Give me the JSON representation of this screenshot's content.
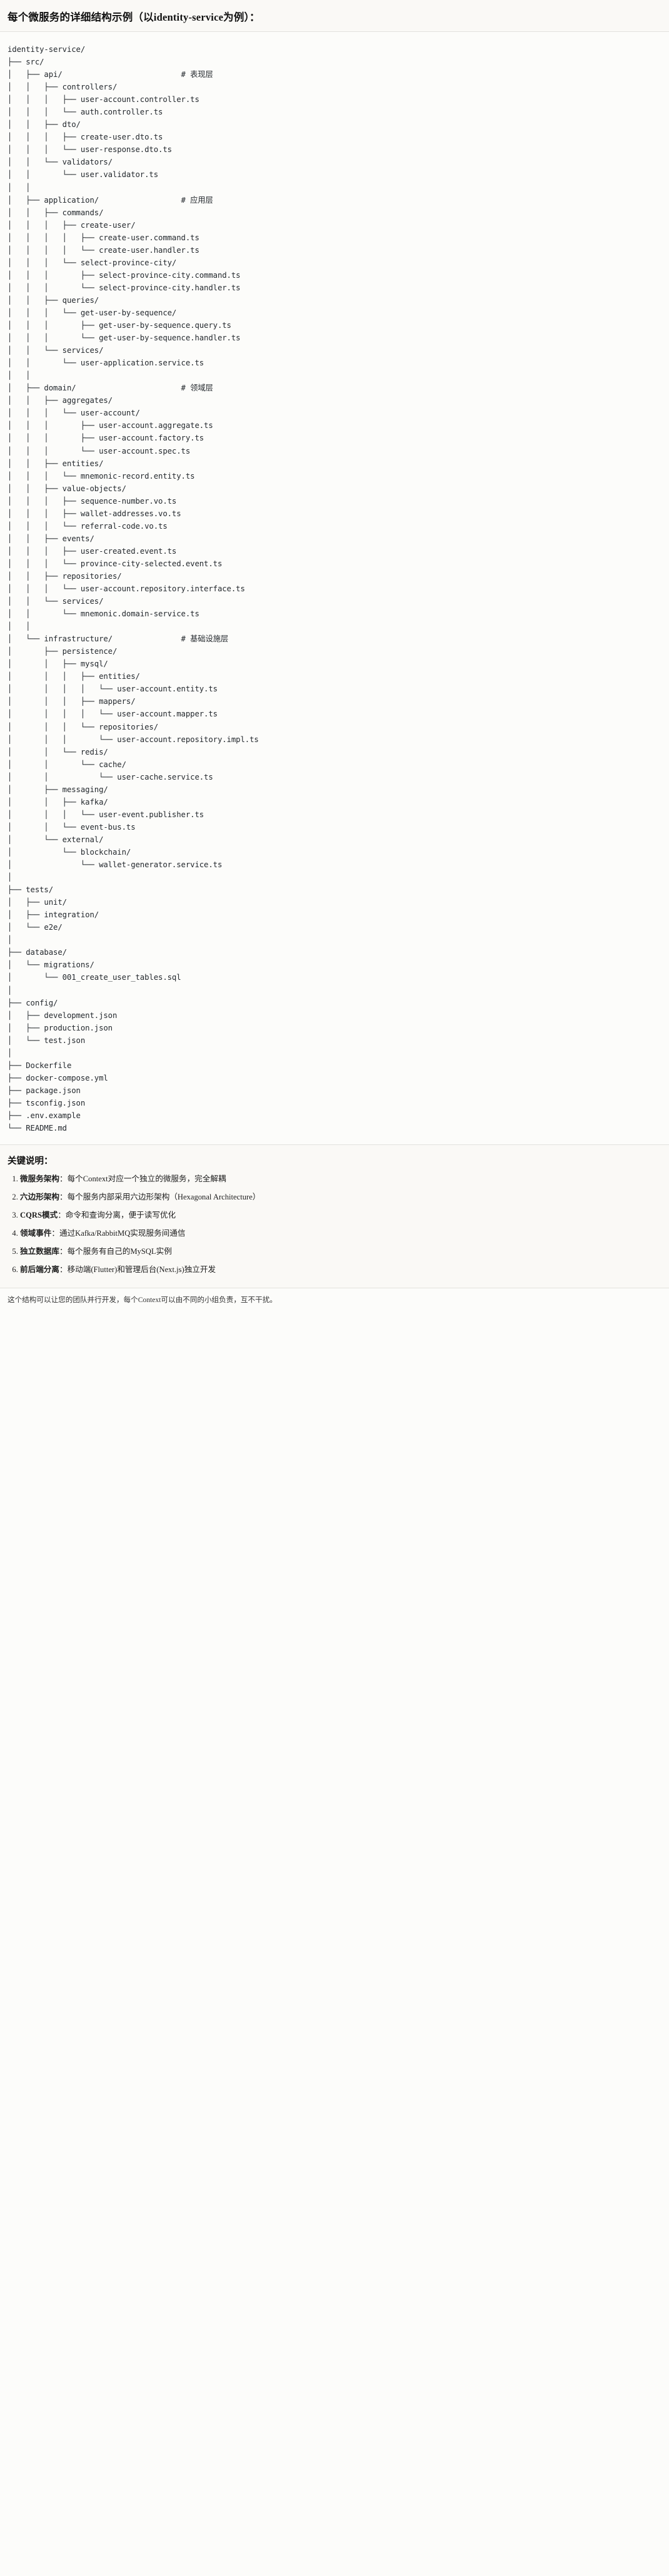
{
  "header": {
    "title": "每个微服务的详细结构示例（以identity-service为例）："
  },
  "tree": {
    "root": "identity-service/",
    "lines": [
      "identity-service/",
      "├── src/",
      "│   ├── api/                          # 表现层",
      "│   │   ├── controllers/",
      "│   │   │   ├── user-account.controller.ts",
      "│   │   │   └── auth.controller.ts",
      "│   │   ├── dto/",
      "│   │   │   ├── create-user.dto.ts",
      "│   │   │   └── user-response.dto.ts",
      "│   │   └── validators/",
      "│   │       └── user.validator.ts",
      "│   │",
      "│   ├── application/                  # 应用层",
      "│   │   ├── commands/",
      "│   │   │   ├── create-user/",
      "│   │   │   │   ├── create-user.command.ts",
      "│   │   │   │   └── create-user.handler.ts",
      "│   │   │   └── select-province-city/",
      "│   │   │       ├── select-province-city.command.ts",
      "│   │   │       └── select-province-city.handler.ts",
      "│   │   ├── queries/",
      "│   │   │   └── get-user-by-sequence/",
      "│   │   │       ├── get-user-by-sequence.query.ts",
      "│   │   │       └── get-user-by-sequence.handler.ts",
      "│   │   └── services/",
      "│   │       └── user-application.service.ts",
      "│   │",
      "│   ├── domain/                       # 领域层",
      "│   │   ├── aggregates/",
      "│   │   │   └── user-account/",
      "│   │   │       ├── user-account.aggregate.ts",
      "│   │   │       ├── user-account.factory.ts",
      "│   │   │       └── user-account.spec.ts",
      "│   │   ├── entities/",
      "│   │   │   └── mnemonic-record.entity.ts",
      "│   │   ├── value-objects/",
      "│   │   │   ├── sequence-number.vo.ts",
      "│   │   │   ├── wallet-addresses.vo.ts",
      "│   │   │   └── referral-code.vo.ts",
      "│   │   ├── events/",
      "│   │   │   ├── user-created.event.ts",
      "│   │   │   └── province-city-selected.event.ts",
      "│   │   ├── repositories/",
      "│   │   │   └── user-account.repository.interface.ts",
      "│   │   └── services/",
      "│   │       └── mnemonic.domain-service.ts",
      "│   │",
      "│   └── infrastructure/               # 基础设施层",
      "│       ├── persistence/",
      "│       │   ├── mysql/",
      "│       │   │   ├── entities/",
      "│       │   │   │   └── user-account.entity.ts",
      "│       │   │   ├── mappers/",
      "│       │   │   │   └── user-account.mapper.ts",
      "│       │   │   └── repositories/",
      "│       │   │       └── user-account.repository.impl.ts",
      "│       │   └── redis/",
      "│       │       └── cache/",
      "│       │           └── user-cache.service.ts",
      "│       ├── messaging/",
      "│       │   ├── kafka/",
      "│       │   │   └── user-event.publisher.ts",
      "│       │   └── event-bus.ts",
      "│       └── external/",
      "│           └── blockchain/",
      "│               └── wallet-generator.service.ts",
      "│",
      "├── tests/",
      "│   ├── unit/",
      "│   ├── integration/",
      "│   └── e2e/",
      "│",
      "├── database/",
      "│   └── migrations/",
      "│       └── 001_create_user_tables.sql",
      "│",
      "├── config/",
      "│   ├── development.json",
      "│   ├── production.json",
      "│   └── test.json",
      "│",
      "├── Dockerfile",
      "├── docker-compose.yml",
      "├── package.json",
      "├── tsconfig.json",
      "├── .env.example",
      "└── README.md"
    ],
    "layer_comments": [
      {
        "path": "api/",
        "comment": "# 表现层"
      },
      {
        "path": "application/",
        "comment": "# 应用层"
      },
      {
        "path": "domain/",
        "comment": "# 领域层"
      },
      {
        "path": "infrastructure/",
        "comment": "# 基础设施层"
      }
    ]
  },
  "notes": {
    "heading": "关键说明：",
    "items": [
      {
        "label": "微服务架构",
        "text": "：每个Context对应一个独立的微服务，完全解耦"
      },
      {
        "label": "六边形架构",
        "text": "：每个服务内部采用六边形架构（Hexagonal Architecture）"
      },
      {
        "label": "CQRS模式",
        "text": "：命令和查询分离，便于读写优化"
      },
      {
        "label": "领域事件",
        "text": "：通过Kafka/RabbitMQ实现服务间通信"
      },
      {
        "label": "独立数据库",
        "text": "：每个服务有自己的MySQL实例"
      },
      {
        "label": "前后端分离",
        "text": "：移动端(Flutter)和管理后台(Next.js)独立开发"
      }
    ]
  },
  "footer": {
    "text": "这个结构可以让您的团队并行开发，每个Context可以由不同的小组负责，互不干扰。"
  }
}
